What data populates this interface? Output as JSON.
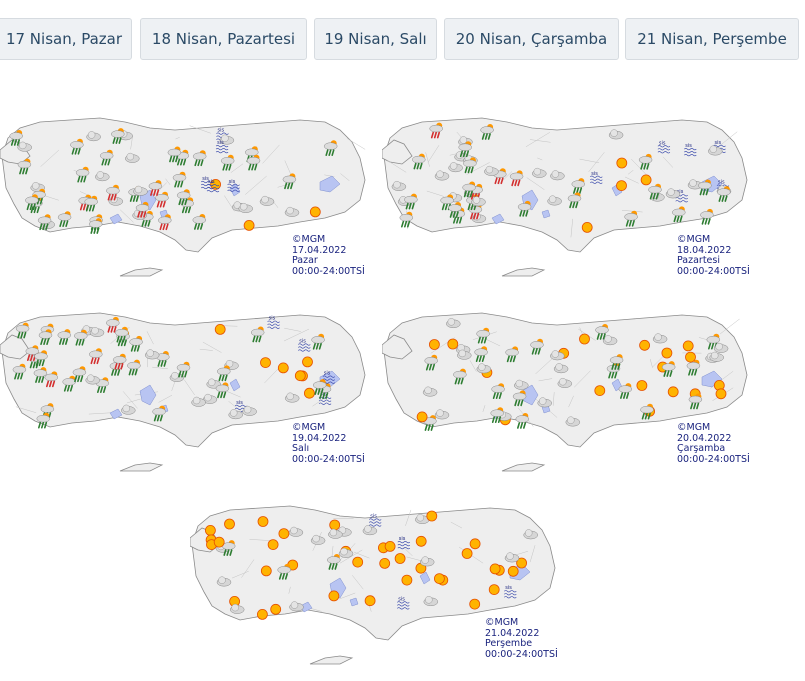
{
  "tabs": [
    {
      "label": "17 Nisan, Pazar"
    },
    {
      "label": "18 Nisan, Pazartesi"
    },
    {
      "label": "19 Nisan, Salı"
    },
    {
      "label": "20 Nisan, Çarşamba"
    },
    {
      "label": "21 Nisan, Perşembe"
    }
  ],
  "maps": [
    {
      "copyright": "©MGM",
      "date": "17.04.2022",
      "day": "Pazar",
      "time": "00:00-24:00TSİ",
      "sis_label": "sis"
    },
    {
      "copyright": "©MGM",
      "date": "18.04.2022",
      "day": "Pazartesi",
      "time": "00:00-24:00TSİ",
      "sis_label": "sis"
    },
    {
      "copyright": "©MGM",
      "date": "19.04.2022",
      "day": "Salı",
      "time": "00:00-24:00TSİ",
      "sis_label": "sis"
    },
    {
      "copyright": "©MGM",
      "date": "20.04.2022",
      "day": "Çarşamba",
      "time": "00:00-24:00TSİ",
      "sis_label": "sis"
    },
    {
      "copyright": "©MGM",
      "date": "21.04.2022",
      "day": "Perşembe",
      "time": "00:00-24:00TSİ",
      "sis_label": "sis"
    }
  ],
  "colors": {
    "tab_bg": "#eef1f4",
    "tab_text": "#2b4a66",
    "land": "#eeeeee",
    "lake": "#b8c4f2",
    "caption": "#1a237e"
  }
}
